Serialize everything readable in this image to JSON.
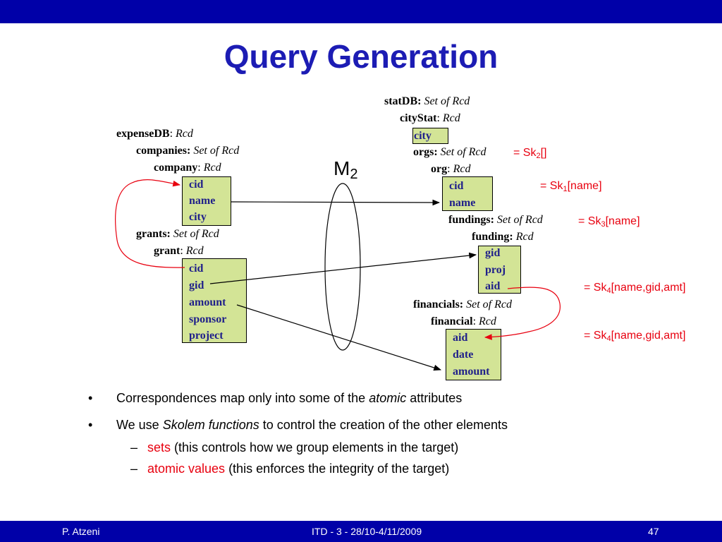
{
  "title": "Query Generation",
  "m2": {
    "base": "M",
    "sub": "2"
  },
  "source": {
    "expensedb": {
      "name": "expenseDB",
      "sep": ":",
      "type": "Rcd"
    },
    "companies": {
      "name": "companies:",
      "type": "Set of Rcd"
    },
    "company": {
      "name": "company",
      "sep": ":",
      "type": "Rcd"
    },
    "company_fields": [
      "cid",
      "name",
      "city"
    ],
    "grants": {
      "name": "grants:",
      "type": "Set of Rcd"
    },
    "grant": {
      "name": "grant",
      "sep": ":",
      "type": "Rcd"
    },
    "grant_fields": [
      "cid",
      "gid",
      "amount",
      "sponsor",
      " project"
    ]
  },
  "target": {
    "statdb": {
      "name": "statDB:",
      "type": "Set of Rcd"
    },
    "citystat": {
      "name": "cityStat",
      "sep": ":",
      "type": "Rcd"
    },
    "city_field": "city",
    "orgs": {
      "name": "orgs:",
      "type": "Set of Rcd"
    },
    "org": {
      "name": "org",
      "sep": ":",
      "type": "Rcd"
    },
    "org_fields": [
      "cid",
      "name"
    ],
    "fundings": {
      "name": "fundings:",
      "type": "Set of Rcd"
    },
    "funding": {
      "name": "funding:",
      "type": "Rcd"
    },
    "funding_fields": [
      "gid",
      "proj",
      "aid"
    ],
    "financials": {
      "name": "financials:",
      "type": "Set of Rcd"
    },
    "financial": {
      "name": "financial",
      "sep": ":",
      "type": "Rcd"
    },
    "financial_fields": [
      "aid",
      "date",
      "amount"
    ]
  },
  "skolem": {
    "orgs": {
      "pre": "= Sk",
      "sub": "2",
      "args": "[]"
    },
    "org": {
      "pre": "= Sk",
      "sub": "1",
      "args": "[name]"
    },
    "fundings": {
      "pre": "= Sk",
      "sub": "3",
      "args": "[name]"
    },
    "aid1": {
      "pre": "= Sk",
      "sub": "4",
      "args": "[name,gid,amt]"
    },
    "aid2": {
      "pre": "= Sk",
      "sub": "4",
      "args": "[name,gid,amt]"
    }
  },
  "bullets": {
    "b1": {
      "a": "Correspondences map only into some of the ",
      "b": "atomic",
      "c": " attributes"
    },
    "b2": {
      "a": "We use ",
      "b": "Skolem functions",
      "c": " to control the creation of the other elements"
    },
    "s1": {
      "a": "sets",
      "b": " (this controls how we group elements in the target)"
    },
    "s2": {
      "a": "atomic values",
      "b": " (this enforces the integrity of the target)"
    },
    "bullet_char": "•",
    "dash_char": "–"
  },
  "footer": {
    "author": "P. Atzeni",
    "course": "ITD - 3 - 28/10-4/11/2009",
    "page": "47"
  },
  "colors": {
    "bar": "#0000a8",
    "title": "#1c1cb4",
    "box": "#d3e496",
    "field": "#1f1f8a",
    "red": "#e8000f"
  }
}
